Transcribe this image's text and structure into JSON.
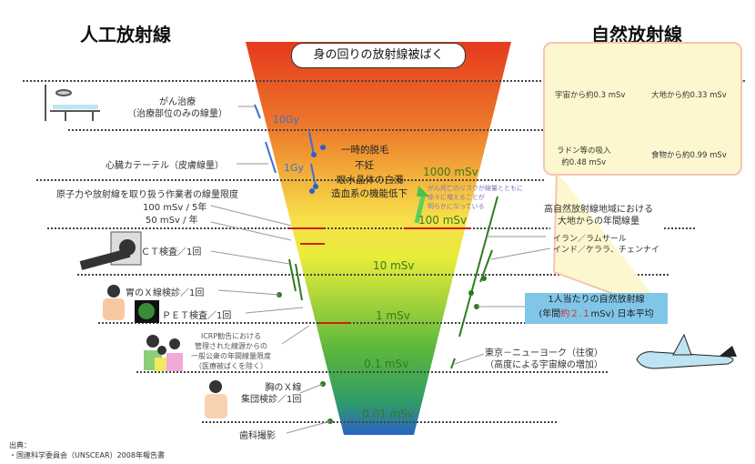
{
  "titles": {
    "artificial": "人工放射線",
    "natural": "自然放射線",
    "center": "身の回りの放射線被ばく"
  },
  "scale": {
    "gy10": "10Gy",
    "gy1": "1Gy",
    "d1000": "1000 mSv",
    "d100": "100 mSv",
    "d10": "10 mSv",
    "d1": "1 mSv",
    "d01": "0.1 mSv",
    "d001": "0.01 mSv"
  },
  "effects": [
    "一時的脱毛",
    "不妊",
    "眼水晶体の白濁",
    "造血系の機能低下"
  ],
  "cancer_note": [
    "がん死亡のリスクが線量とともに",
    "徐々に増えることが",
    "明らかになっている"
  ],
  "left": {
    "cancer_therapy": [
      "がん治療",
      "（治療部位のみの線量）"
    ],
    "cardiac": "心臓カテーテル（皮膚線量）",
    "worker": [
      "原子力や放射線を取り扱う作業者の線量限度",
      "100 mSv / 5年",
      "50 mSv / 年"
    ],
    "ct": "ＣＴ検査／1回",
    "stomach": "胃のＸ線検診／1回",
    "pet": "ＰＥＴ検査／1回",
    "icrp": [
      "ICRP勧告における",
      "管理された線源からの",
      "一般公衆の年間線量限度",
      "（医療被ばくを除く）"
    ],
    "chest": [
      "胸のＸ線",
      "集団検診／1回"
    ],
    "dental": "歯科撮影"
  },
  "natural": {
    "space": "宇宙から約0.3 mSv",
    "ground": "大地から約0.33 mSv",
    "radon": [
      "ラドン等の吸入",
      "約0.48 mSv"
    ],
    "food": "食物から約0.99 mSv",
    "high_area": [
      "高自然放射線地域における",
      "大地からの年間線量"
    ],
    "iran": "イラン／ラムサール",
    "india": "インド／ケララ、チェンナイ",
    "avg": [
      "1人当たりの自然放射線",
      "(年間",
      "約２.１",
      "mSv) 日本平均"
    ],
    "flight": [
      "東京－ニューヨーク（往復）",
      "（高度による宇宙線の増加）"
    ]
  },
  "source": [
    "出典：",
    "・国連科学委員会（UNSCEAR）2008年報告書"
  ],
  "colors": {
    "avg_box": "#7fc6e8",
    "natural_box": "#fdf7cf",
    "dose_text": "#3a7a1a",
    "gy_text": "#3b6fd0"
  }
}
